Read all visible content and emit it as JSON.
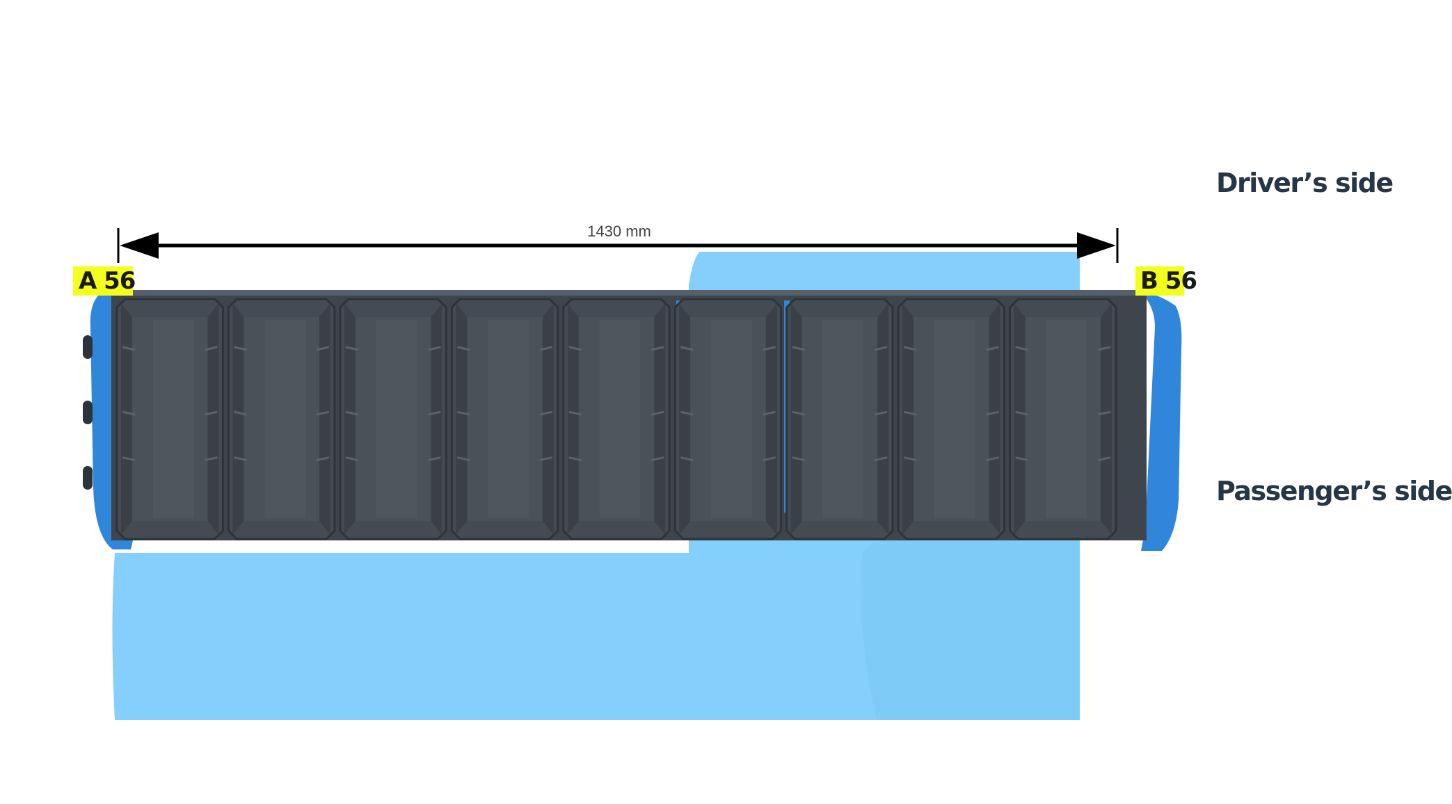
{
  "dimension": {
    "length_label": "1430 mm"
  },
  "labels": {
    "drivers_side": "Driver’s side",
    "passengers_side": "Passenger’s side"
  },
  "end_tags": {
    "a": "A 56",
    "b": "B 56"
  },
  "product": {
    "bin_count": 9
  },
  "colors": {
    "frame_blue": "#2f86db",
    "floor_blue": "#84cffb",
    "bin_dark": "#474d55",
    "tag_yellow": "#f2ff1f",
    "label_text": "#263646"
  }
}
